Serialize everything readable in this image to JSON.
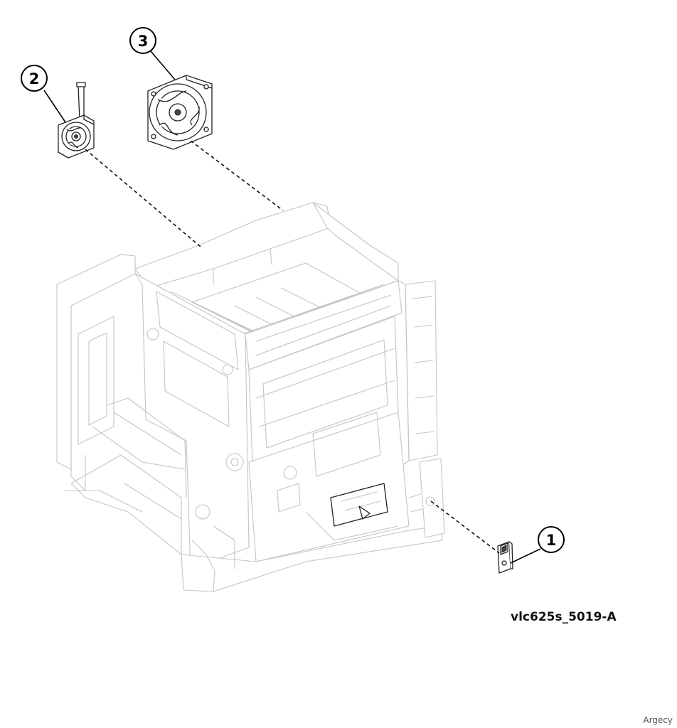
{
  "callouts": [
    {
      "number": "1",
      "part": "sensor-bracket"
    },
    {
      "number": "2",
      "part": "small-fan"
    },
    {
      "number": "3",
      "part": "large-fan"
    }
  ],
  "figure_id": "vlc625s_5019-A",
  "watermark": "Argecy",
  "colors": {
    "frame": "#c4c4c4",
    "ink": "#000000",
    "background": "#ffffff"
  }
}
